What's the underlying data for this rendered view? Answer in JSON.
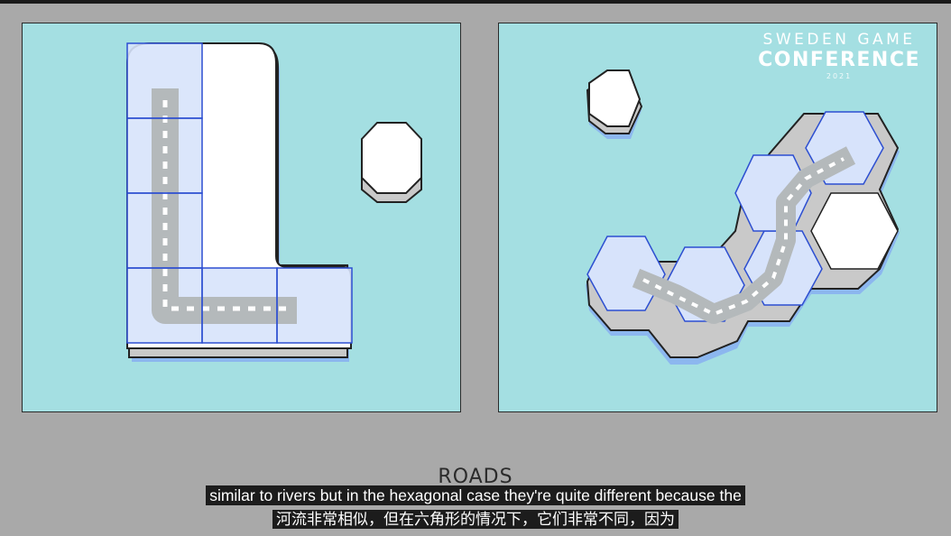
{
  "brand": {
    "line1": "SWEDEN GAME",
    "line2": "CONFERENCE",
    "year": "2021"
  },
  "section_label": "ROADS",
  "subtitles": {
    "english": "similar to rivers but in the hexagonal case they're quite different because the",
    "chinese": "河流非常相似，但在六角形的情况下，它们非常不同，因为"
  },
  "colors": {
    "background": "#a9a9a9",
    "panel_fill": "#a4dfe2",
    "tile_highlight": "#d7e3fb",
    "grid_line": "#2d4fd1",
    "road": "#b4b9bb",
    "road_dash": "#ffffff",
    "tile_shadow": "#8bb6f0"
  }
}
